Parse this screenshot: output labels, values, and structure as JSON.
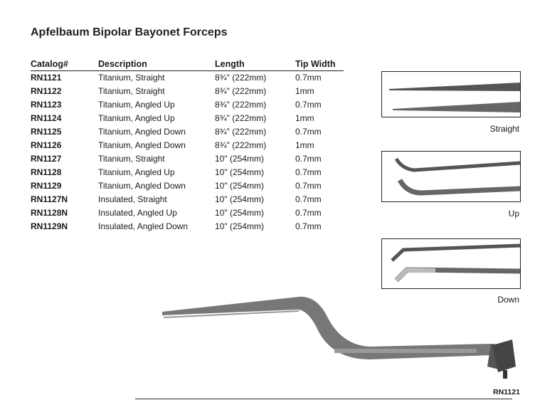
{
  "title": "Apfelbaum Bipolar Bayonet Forceps",
  "table": {
    "headers": [
      "Catalog#",
      "Description",
      "Length",
      "Tip Width"
    ],
    "rows": [
      [
        "RN1121",
        "Titanium, Straight",
        "8¾\" (222mm)",
        "0.7mm"
      ],
      [
        "RN1122",
        "Titanium, Straight",
        "8¾\" (222mm)",
        "1mm"
      ],
      [
        "RN1123",
        "Titanium, Angled Up",
        "8¾\" (222mm)",
        "0.7mm"
      ],
      [
        "RN1124",
        "Titanium, Angled Up",
        "8¾\" (222mm)",
        "1mm"
      ],
      [
        "RN1125",
        "Titanium, Angled Down",
        "8¾\" (222mm)",
        "0.7mm"
      ],
      [
        "RN1126",
        "Titanium, Angled Down",
        "8¾\" (222mm)",
        "1mm"
      ],
      [
        "RN1127",
        "Titanium, Straight",
        "10\" (254mm)",
        "0.7mm"
      ],
      [
        "RN1128",
        "Titanium, Angled Up",
        "10\" (254mm)",
        "0.7mm"
      ],
      [
        "RN1129",
        "Titanium, Angled Down",
        "10\" (254mm)",
        "0.7mm"
      ],
      [
        "RN1127N",
        "Insulated, Straight",
        "10\" (254mm)",
        "0.7mm"
      ],
      [
        "RN1128N",
        "Insulated, Angled Up",
        "10\" (254mm)",
        "0.7mm"
      ],
      [
        "RN1129N",
        "Insulated, Angled Down",
        "10\" (254mm)",
        "0.7mm"
      ]
    ]
  },
  "tip_views": {
    "straight": "Straight",
    "up": "Up",
    "down": "Down"
  },
  "product_image_caption": "RN1121"
}
